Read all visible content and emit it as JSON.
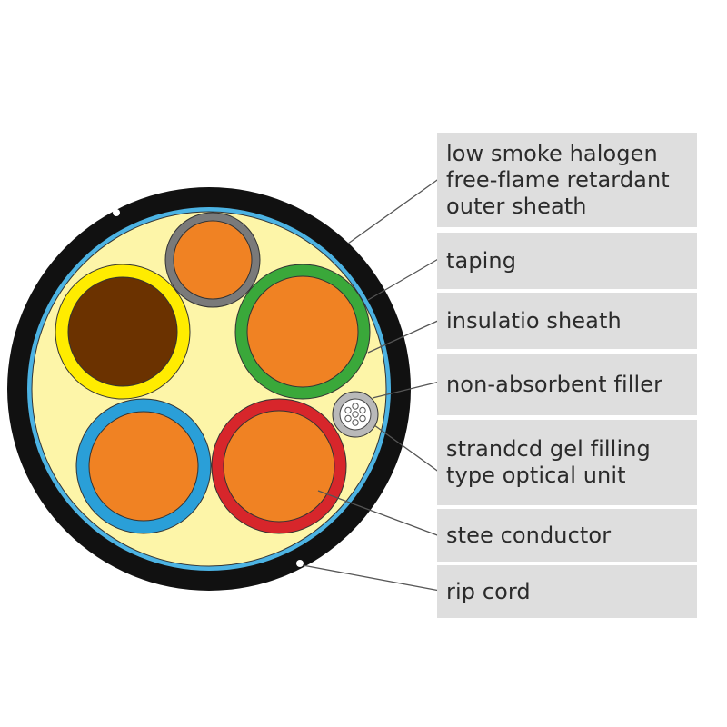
{
  "labels": {
    "outer_sheath": "low smoke halogen\nfree-flame retardant\nouter sheath",
    "taping": "taping",
    "insulation_sheath": "insulatio sheath",
    "filler": "non-absorbent filler",
    "optical_unit": "strandcd gel filling\ntype optical unit",
    "conductor": "stee  conductor",
    "rip_cord": "rip cord"
  },
  "colors": {
    "outer_sheath": "#111111",
    "taping": "#4cb3e3",
    "filler": "#fdf5a8",
    "conductor": "#f08223",
    "brown_conductor": "#6b3200",
    "yellow_insulation": "#ffec00",
    "grey_insulation": "#7a7a7a",
    "green_insulation": "#3aa83a",
    "blue_insulation": "#2a9fd8",
    "red_insulation": "#d7262b",
    "label_background": "#dedede",
    "leader_line": "#555555"
  }
}
